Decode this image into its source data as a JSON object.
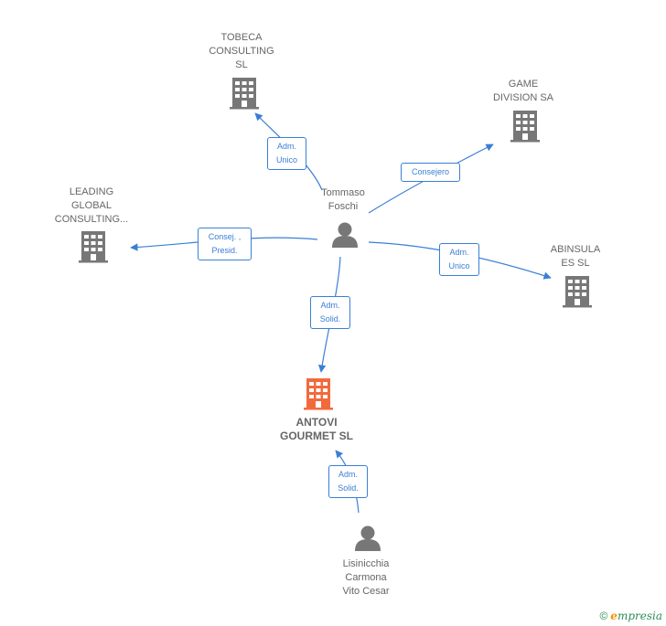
{
  "nodes": {
    "tobeca": {
      "label": "TOBECA\nCONSULTING\nSL",
      "kind": "company"
    },
    "game": {
      "label": "GAME\nDIVISION SA",
      "kind": "company"
    },
    "leading": {
      "label": "LEADING\nGLOBAL\nCONSULTING...",
      "kind": "company"
    },
    "abinsula": {
      "label": "ABINSULA\nES  SL",
      "kind": "company"
    },
    "antovi": {
      "label": "ANTOVI\nGOURMET  SL",
      "kind": "company-main"
    },
    "tommaso": {
      "label": "Tommaso\nFoschi",
      "kind": "person"
    },
    "lisinicchia": {
      "label": "Lisinicchia\nCarmona\nVito Cesar",
      "kind": "person"
    }
  },
  "edges": {
    "tommaso_tobeca": "Adm.\nUnico",
    "tommaso_game": "Consejero",
    "tommaso_leading": "Consej. ,\nPresid.",
    "tommaso_abinsula": "Adm.\nUnico",
    "tommaso_antovi": "Adm.\nSolid.",
    "lisinicchia_antovi": "Adm.\nSolid."
  },
  "colors": {
    "edge": "#3a7fd5",
    "company_icon": "#777777",
    "main_company_icon": "#f26a3c",
    "person_icon": "#777777"
  },
  "footer": {
    "copyright": "©",
    "brand_initial": "e",
    "brand_rest": "mpresia"
  }
}
